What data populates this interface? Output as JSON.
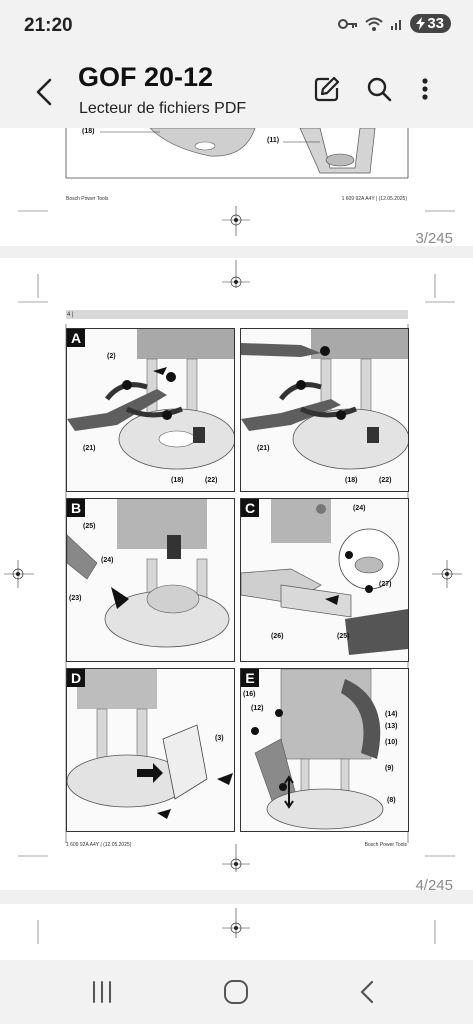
{
  "status": {
    "time": "21:20",
    "battery": "33"
  },
  "header": {
    "title": "GOF 20-12",
    "subtitle": "Lecteur de fichiers PDF"
  },
  "icons": {
    "back": "chevron-left-icon",
    "edit": "edit-icon",
    "search": "search-icon",
    "more": "more-vert-icon"
  },
  "page3": {
    "callouts": [
      "(18)",
      "(11)"
    ],
    "footer_left": "Bosch Power Tools",
    "footer_right": "1 609 92A A4Y | (12.05.2025)",
    "page_indicator": "3/245"
  },
  "page4": {
    "header_num": "4 |",
    "panels": [
      {
        "label": "A",
        "callouts": [
          "(2)",
          "(21)",
          "(18)",
          "(22)"
        ]
      },
      {
        "label": "",
        "callouts": [
          "(21)",
          "(18)",
          "(22)"
        ]
      },
      {
        "label": "B",
        "callouts": [
          "(25)",
          "(24)",
          "(23)"
        ]
      },
      {
        "label": "C",
        "callouts": [
          "(24)",
          "(27)",
          "(26)",
          "(25)"
        ]
      },
      {
        "label": "D",
        "callouts": [
          "(3)"
        ]
      },
      {
        "label": "E",
        "callouts": [
          "(16)",
          "(12)",
          "(14)",
          "(13)",
          "(10)",
          "(9)",
          "(8)"
        ]
      }
    ],
    "footer_left": "1 609 92A A4Y | (12.05.2025)",
    "footer_right": "Bosch Power Tools",
    "page_indicator": "4/245"
  }
}
